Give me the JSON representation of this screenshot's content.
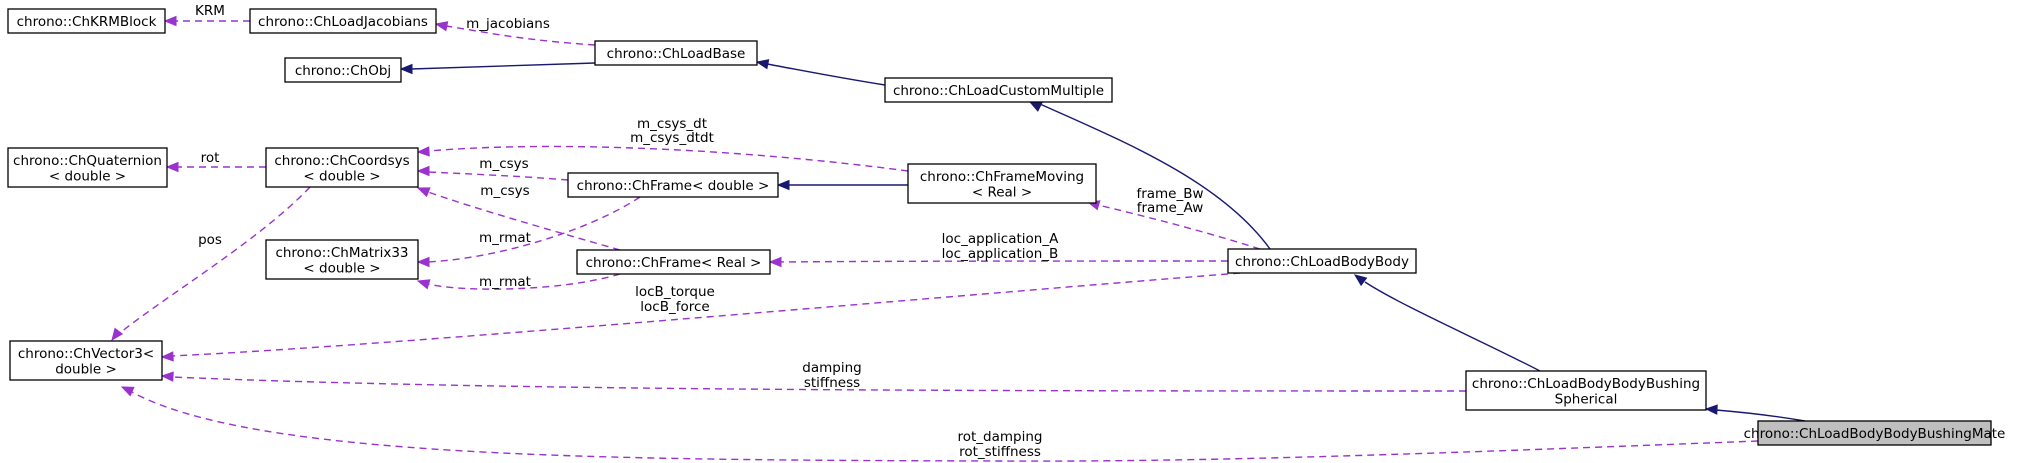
{
  "nodes": {
    "krm": {
      "lines": [
        "chrono::ChKRMBlock"
      ],
      "highlight": false
    },
    "jac": {
      "lines": [
        "chrono::ChLoadJacobians"
      ],
      "highlight": false
    },
    "obj": {
      "lines": [
        "chrono::ChObj"
      ],
      "highlight": false
    },
    "base": {
      "lines": [
        "chrono::ChLoadBase"
      ],
      "highlight": false
    },
    "custom": {
      "lines": [
        "chrono::ChLoadCustomMultiple"
      ],
      "highlight": false
    },
    "quat": {
      "lines": [
        "chrono::ChQuaternion",
        "< double >"
      ],
      "highlight": false
    },
    "coord": {
      "lines": [
        "chrono::ChCoordsys",
        "< double >"
      ],
      "highlight": false
    },
    "framed": {
      "lines": [
        "chrono::ChFrame< double >"
      ],
      "highlight": false
    },
    "moving": {
      "lines": [
        "chrono::ChFrameMoving",
        "< Real >"
      ],
      "highlight": false
    },
    "mat": {
      "lines": [
        "chrono::ChMatrix33",
        "< double >"
      ],
      "highlight": false
    },
    "framer": {
      "lines": [
        "chrono::ChFrame< Real >"
      ],
      "highlight": false
    },
    "bb": {
      "lines": [
        "chrono::ChLoadBodyBody"
      ],
      "highlight": false
    },
    "vec": {
      "lines": [
        "chrono::ChVector3<",
        "double >"
      ],
      "highlight": false
    },
    "sph": {
      "lines": [
        "chrono::ChLoadBodyBodyBushing",
        "Spherical"
      ],
      "highlight": false
    },
    "mate": {
      "lines": [
        "chrono::ChLoadBodyBodyBushingMate"
      ],
      "highlight": true
    }
  },
  "edges": [
    {
      "id": "jac-krm",
      "type": "member",
      "lines": [
        "KRM"
      ]
    },
    {
      "id": "base-jac",
      "type": "member",
      "lines": [
        "m_jacobians"
      ]
    },
    {
      "id": "base-obj",
      "type": "inherit",
      "lines": []
    },
    {
      "id": "custom-base",
      "type": "inherit",
      "lines": []
    },
    {
      "id": "bb-custom",
      "type": "inherit",
      "lines": []
    },
    {
      "id": "coord-quat",
      "type": "member",
      "lines": [
        "rot"
      ]
    },
    {
      "id": "moving-coord",
      "type": "member",
      "lines": [
        "m_csys_dt",
        "m_csys_dtdt"
      ]
    },
    {
      "id": "framed-coord",
      "type": "member",
      "lines": [
        "m_csys"
      ]
    },
    {
      "id": "moving-framed",
      "type": "inherit",
      "lines": []
    },
    {
      "id": "framer-coord",
      "type": "member",
      "lines": [
        "m_csys"
      ]
    },
    {
      "id": "framed-mat",
      "type": "member",
      "lines": [
        "m_rmat"
      ]
    },
    {
      "id": "framer-mat",
      "type": "member",
      "lines": [
        "m_rmat"
      ]
    },
    {
      "id": "bb-moving",
      "type": "member",
      "lines": [
        "frame_Bw",
        "frame_Aw"
      ]
    },
    {
      "id": "bb-framer",
      "type": "member",
      "lines": [
        "loc_application_A",
        "loc_application_B"
      ]
    },
    {
      "id": "coord-vec",
      "type": "member",
      "lines": [
        "pos"
      ]
    },
    {
      "id": "bb-vec",
      "type": "member",
      "lines": [
        "locB_torque",
        "locB_force"
      ]
    },
    {
      "id": "sph-bb",
      "type": "inherit",
      "lines": []
    },
    {
      "id": "sph-vec",
      "type": "member",
      "lines": [
        "damping",
        "stiffness"
      ]
    },
    {
      "id": "mate-sph",
      "type": "inherit",
      "lines": []
    },
    {
      "id": "mate-vec",
      "type": "member",
      "lines": [
        "rot_damping",
        "rot_stiffness"
      ]
    }
  ]
}
